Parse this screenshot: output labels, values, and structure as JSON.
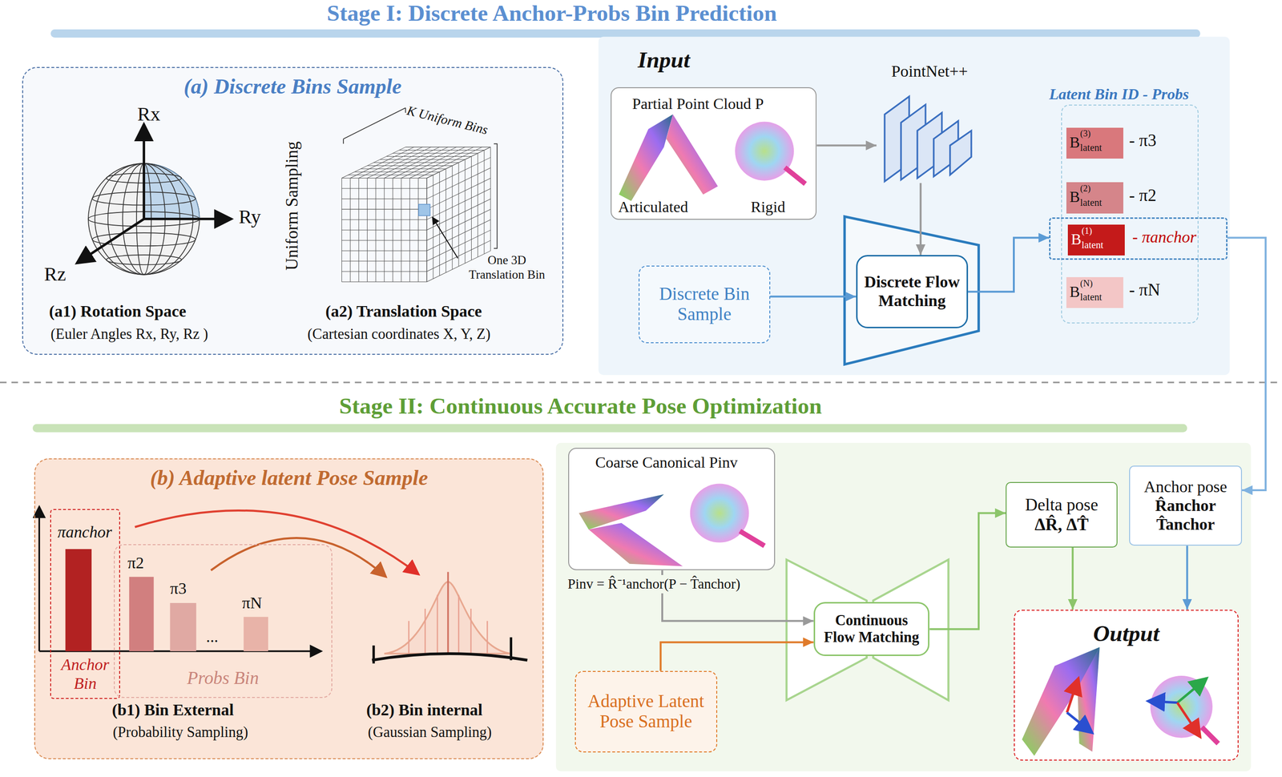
{
  "diagram": {
    "nodes": [
      {
        "text": [
          "(a) Discrete Bins Sample"
        ]
      },
      {
        "text": [
          "Input"
        ]
      },
      {
        "text": [
          "Partial Point Cloud P",
          "Articulated",
          "Rigid"
        ],
        "in": 1
      },
      {
        "text": [
          "PointNet++"
        ],
        "in": 1
      },
      {
        "text": [
          "Discrete Bin Sample"
        ],
        "in": 1
      },
      {
        "text": [
          "Discrete Flow Matching"
        ],
        "in": 1
      },
      {
        "text": [
          "Latent Bin ID - Probs"
        ],
        "in": 1
      },
      {
        "text": [
          "B",
          "(3)",
          "latent"
        ],
        "in": 6
      },
      {
        "text": [
          "B",
          "(2)",
          "latent"
        ],
        "in": 6
      },
      {
        "text": [
          "- πanchor"
        ],
        "in": 6
      },
      {
        "text": [
          "B",
          "(1)",
          "latent"
        ],
        "in": 9
      },
      {
        "text": [
          "B",
          "(N)",
          "latent"
        ],
        "in": 6
      },
      {
        "text": [
          "(b) Adaptive latent Pose Sample"
        ]
      },
      {
        "text": [
          "πanchor",
          "Anchor Bin"
        ],
        "in": 12
      },
      {
        "text": [
          "Probs Bin"
        ],
        "in": 12
      },
      {
        "text": [
          "Coarse Canonical Pinv"
        ]
      },
      {
        "text": [
          "Continuous Flow Matching"
        ]
      },
      {
        "text": [
          "Adaptive Latent Pose Sample"
        ]
      },
      {
        "text": [
          "Delta pose",
          "ΔR̂, ΔT̂"
        ]
      },
      {
        "text": [
          "Anchor pose",
          "R̂anchor",
          "T̂anchor"
        ]
      },
      {
        "text": [
          "Output"
        ]
      }
    ],
    "edges": [
      {
        "from": 2,
        "to": 3,
        "arrow": "to"
      },
      {
        "from": 3,
        "to": 5,
        "arrow": "to"
      },
      {
        "from": 4,
        "to": 5,
        "arrow": "to"
      },
      {
        "from": 5,
        "to": 9,
        "arrow": "to"
      },
      {
        "from": 9,
        "to": 19,
        "arrow": "to"
      },
      {
        "from": 15,
        "to": 16,
        "arrow": "to"
      },
      {
        "from": 17,
        "to": 16,
        "arrow": "to"
      },
      {
        "from": 16,
        "to": 18,
        "arrow": "to"
      },
      {
        "from": 18,
        "to": 20,
        "arrow": "to"
      },
      {
        "from": 19,
        "to": 20,
        "arrow": "to"
      }
    ],
    "labels": [
      "Stage I: Discrete Anchor-Probs Bin Prediction",
      "Rx",
      "Ry",
      "Rz",
      "(a1) Rotation Space",
      "(Euler Angles Rx, Ry, Rz )",
      "Uniform Sampling",
      "K Uniform Bins",
      "One 3D Translation Bin",
      "(a2) Translation Space",
      "(Cartesian coordinates X, Y, Z)",
      "- π3",
      "- π2",
      "- πN",
      "Stage II: Continuous Accurate Pose Optimization",
      "π2",
      "π3",
      "πN",
      "...",
      "(b1) Bin External",
      "(Probability Sampling)",
      "(b2) Bin internal",
      "(Gaussian Sampling)",
      "Pinv = R̂⁻¹anchor(P − T̂anchor)"
    ]
  }
}
